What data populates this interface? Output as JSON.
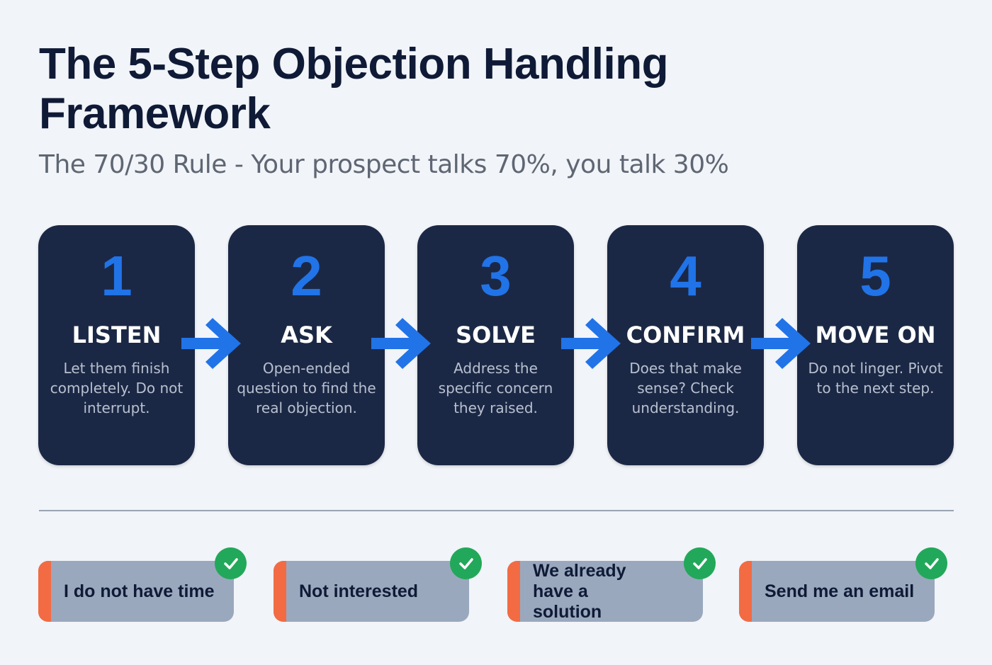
{
  "header": {
    "title": "The 5-Step Objection Handling Framework",
    "subtitle": "The 70/30 Rule - Your prospect talks 70%, you talk 30%"
  },
  "colors": {
    "background": "#f1f4f8",
    "card": "#1b2845",
    "accent_blue": "#2173e8",
    "objection_card": "#9aa8bd",
    "objection_bar": "#f26b43",
    "check_green": "#22a85a"
  },
  "steps": [
    {
      "number": "1",
      "label": "LISTEN",
      "description": "Let them finish completely. Do not interrupt."
    },
    {
      "number": "2",
      "label": "ASK",
      "description": "Open-ended question to find the real objection."
    },
    {
      "number": "3",
      "label": "SOLVE",
      "description": "Address the specific concern they raised."
    },
    {
      "number": "4",
      "label": "CONFIRM",
      "description": "Does that make sense? Check understanding."
    },
    {
      "number": "5",
      "label": "MOVE ON",
      "description": "Do not linger. Pivot to the next step."
    }
  ],
  "connectors": [
    "arrow-right-icon",
    "arrow-right-icon",
    "arrow-right-icon",
    "arrow-right-icon"
  ],
  "objections": [
    {
      "text": "I do not have time",
      "icon": "check-icon"
    },
    {
      "text": "Not interested",
      "icon": "check-icon"
    },
    {
      "text": "We already have a solution",
      "icon": "check-icon"
    },
    {
      "text": "Send me an email",
      "icon": "check-icon"
    }
  ]
}
